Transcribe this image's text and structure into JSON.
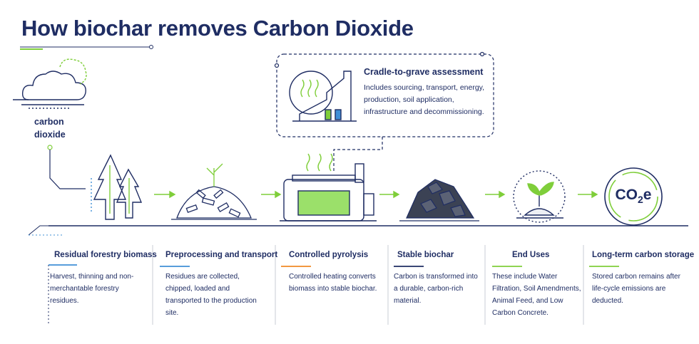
{
  "title": "How biochar removes Carbon Dioxide",
  "cloud_label": "carbon dioxide",
  "callout": {
    "title": "Cradle-to-grave assessment",
    "body": "Includes sourcing, transport, energy, production, soil application, infrastructure and decommissioning."
  },
  "co2e_label": {
    "main": "CO",
    "sub": "2",
    "tail": "e"
  },
  "steps": [
    {
      "title": "Residual forestry biomass",
      "desc": "Harvest, thinning and non-merchantable forestry residues."
    },
    {
      "title": "Preprocessing and transport",
      "desc": "Residues are collected, chipped, loaded and transported to the production site."
    },
    {
      "title": "Controlled pyrolysis",
      "desc": "Controlled heating converts biomass into stable biochar."
    },
    {
      "title": "Stable biochar",
      "desc": "Carbon is transformed into a durable, carbon-rich material."
    },
    {
      "title": "End Uses",
      "desc": "These include Water Filtration, Soil Amendments, Animal Feed, and Low Carbon Concrete."
    },
    {
      "title": "Long-term carbon storage",
      "desc": "Stored carbon remains after life-cycle emissions are deducted."
    }
  ],
  "colors": {
    "navy": "#1f2d63",
    "green": "#7fce3a",
    "blue": "#3f8fd6",
    "orange": "#f08a24",
    "gray_line": "#c8ccd6"
  }
}
